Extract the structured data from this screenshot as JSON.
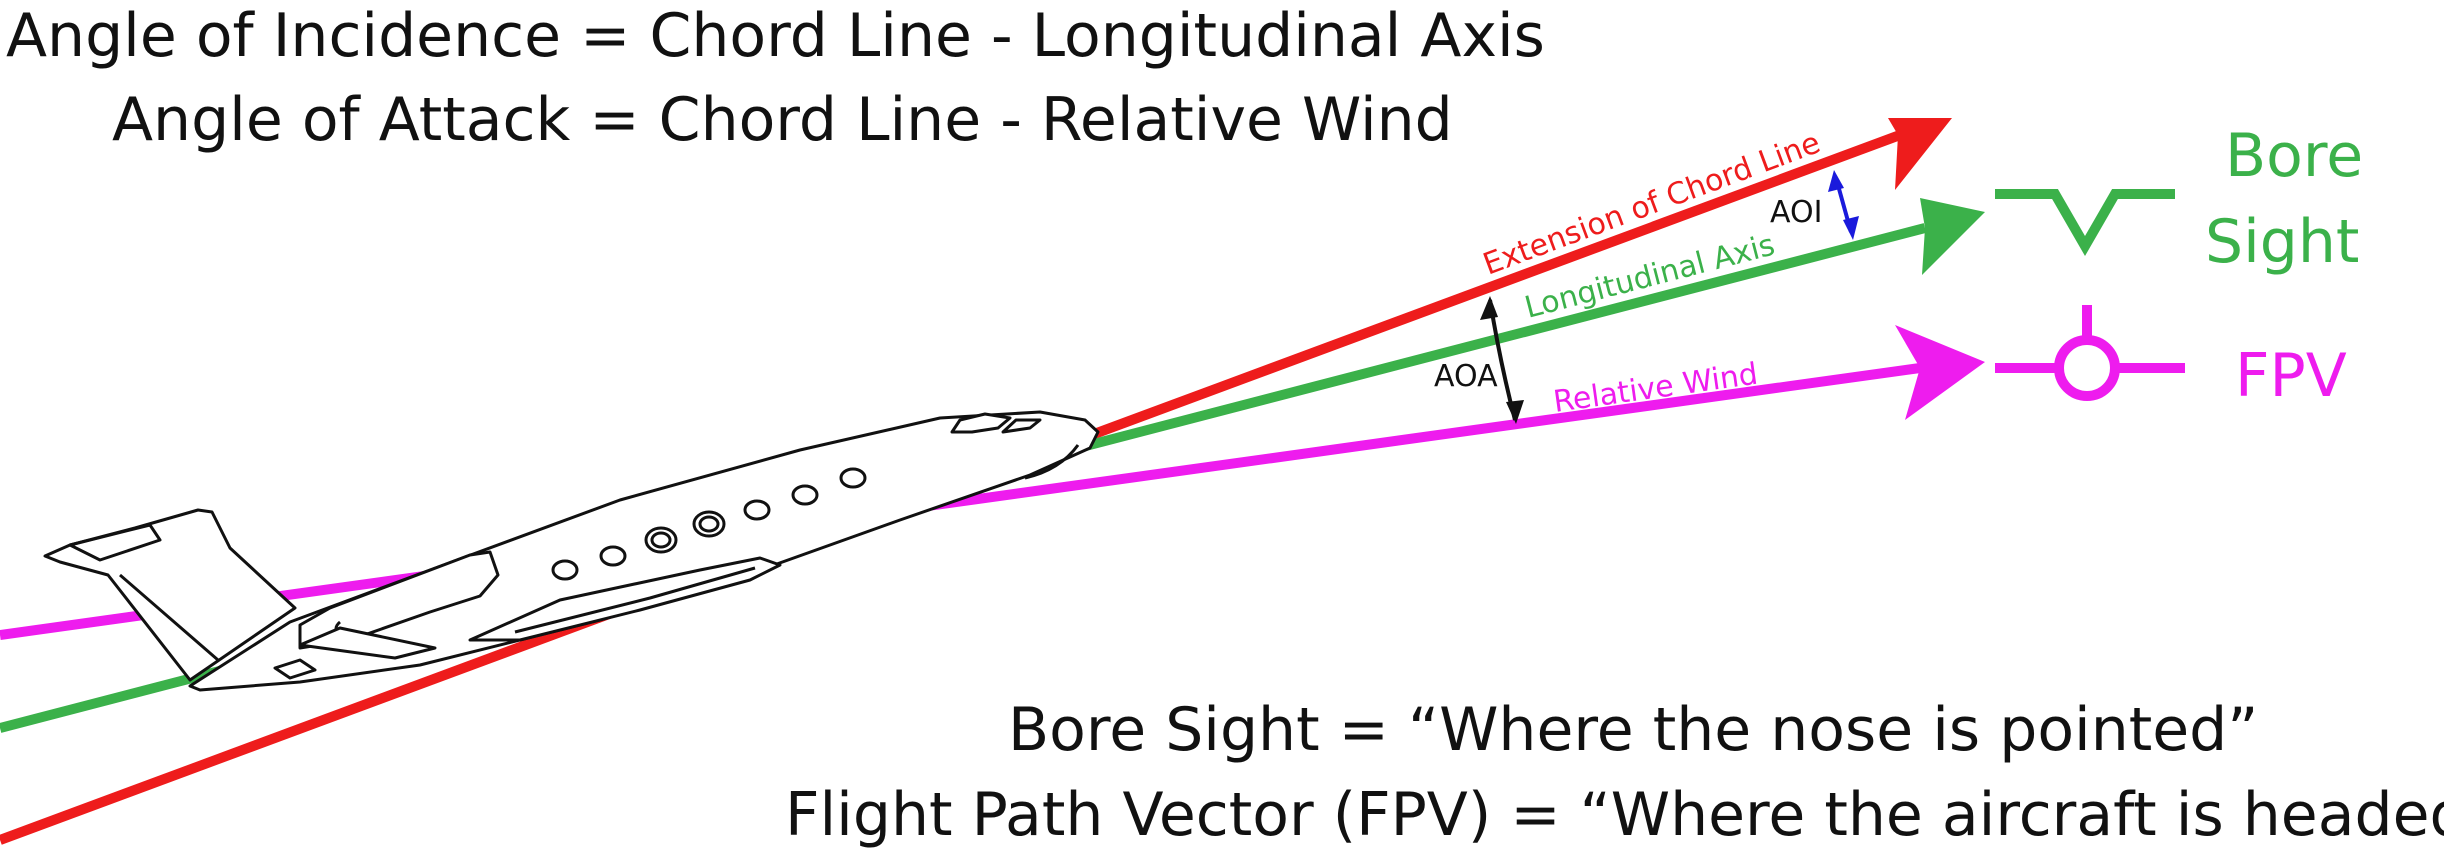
{
  "definitions": {
    "incidence": "Angle of Incidence = Chord Line - Longitudinal Axis",
    "attack": "Angle of Attack = Chord Line - Relative Wind"
  },
  "lines": {
    "chord": "Extension of Chord Line",
    "longitudinal": "Longitudinal Axis",
    "relative_wind": "Relative Wind"
  },
  "angles": {
    "aoi": "AOI",
    "aoa": "AOA"
  },
  "symbols": {
    "bore_sight_line1": "Bore",
    "bore_sight_line2": "Sight",
    "fpv": "FPV"
  },
  "notes": {
    "bore_sight": "Bore Sight = “Where the nose is pointed”",
    "fpv": "Flight Path Vector (FPV) = “Where the aircraft is headed”"
  },
  "colors": {
    "chord": "#ee1c1c",
    "longitudinal": "#3bb14a",
    "relative_wind": "#ee1cee",
    "aoi_arrow": "#1a1adc",
    "ink": "#111111"
  }
}
